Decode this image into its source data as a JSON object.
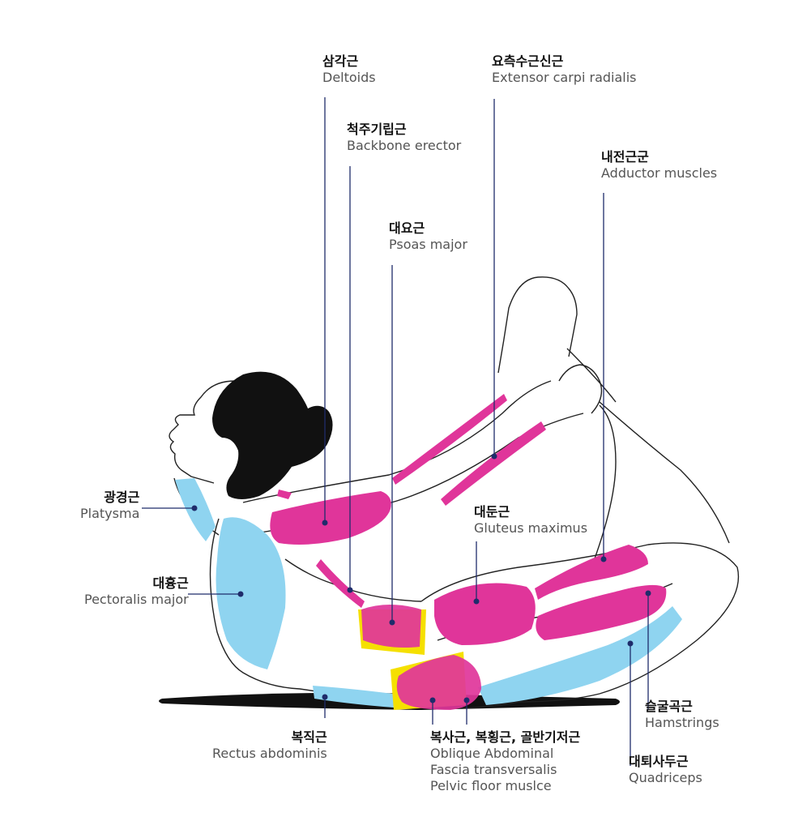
{
  "colors": {
    "pink": "#e0359a",
    "blue": "#8fd4f0",
    "yellow": "#f5e000",
    "line": "#1f2c6b",
    "outline": "#222222",
    "hair": "#111111"
  },
  "labels": {
    "deltoids": {
      "ko": "삼각근",
      "en": "Deltoids"
    },
    "extensor": {
      "ko": "요측수근신근",
      "en": "Extensor carpi radialis"
    },
    "backbone": {
      "ko": "척주기립근",
      "en": "Backbone erector"
    },
    "adductor": {
      "ko": "내전근군",
      "en": "Adductor muscles"
    },
    "psoas": {
      "ko": "대요근",
      "en": "Psoas major"
    },
    "platysma": {
      "ko": "광경근",
      "en": "Platysma"
    },
    "gluteus": {
      "ko": "대둔근",
      "en": "Gluteus maximus"
    },
    "pectoralis": {
      "ko": "대흉근",
      "en": "Pectoralis major"
    },
    "rectus": {
      "ko": "복직근",
      "en": "Rectus abdominis"
    },
    "oblique": {
      "ko": "복사근, 복횡근, 골반기저근",
      "en1": "Oblique Abdominal",
      "en2": "Fascia transversalis",
      "en3": "Pelvic floor muslce"
    },
    "hamstrings": {
      "ko": "슬굴곡근",
      "en": "Hamstrings"
    },
    "quadriceps": {
      "ko": "대퇴사두근",
      "en": "Quadriceps"
    }
  }
}
